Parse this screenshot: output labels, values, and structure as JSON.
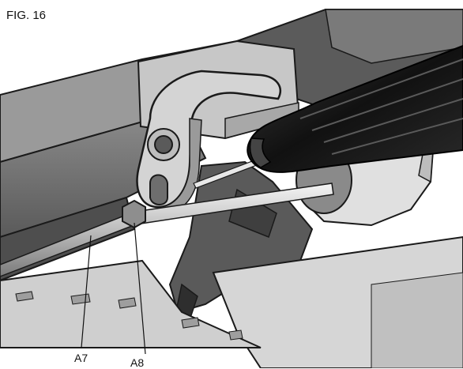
{
  "figure": {
    "title": "FIG. 16",
    "callouts": [
      {
        "id": "a7",
        "label": "A7"
      },
      {
        "id": "a8",
        "label": "A8"
      }
    ]
  },
  "colors": {
    "outline": "#1a1a1a",
    "dark_gray": "#5e5e5e",
    "mid_gray": "#858585",
    "light_gray": "#b5b5b5",
    "pale_gray": "#d9d9d9",
    "screwdriver_handle": "#1b1b1b",
    "shaft": "#c9c9c9"
  }
}
